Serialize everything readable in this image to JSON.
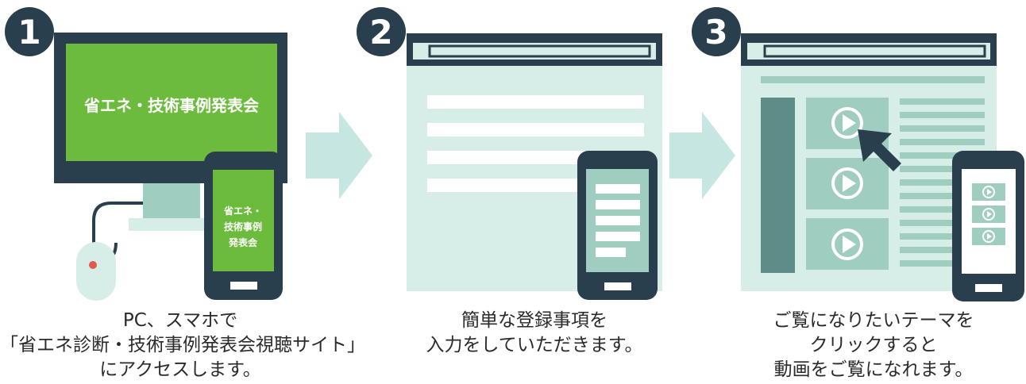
{
  "colors": {
    "dark": "#2a3f4d",
    "green": "#6cbb3c",
    "pale": "#d7ede8",
    "mid": "#9fcdbf",
    "arrow": "#c5e6e1",
    "text": "#2a2a2a"
  },
  "steps": [
    {
      "number": "1",
      "monitor_title": "省エネ・技術事例発表会",
      "phone_lines": [
        "省エネ・",
        "技術事例",
        "発表会"
      ],
      "caption": [
        "PC、スマホで",
        "「省エネ診断・技術事例発表会視聴サイト」",
        "にアクセスします。"
      ]
    },
    {
      "number": "2",
      "caption": [
        "簡単な登録事項を",
        "入力をしていただきます。"
      ]
    },
    {
      "number": "3",
      "caption": [
        "ご覧になりたいテーマを",
        "クリックすると",
        "動画をご覧になれます。"
      ]
    }
  ],
  "icons": [
    "step-number-icon",
    "monitor-icon",
    "mouse-icon",
    "smartphone-icon",
    "browser-window-icon",
    "play-icon",
    "cursor-arrow-icon",
    "flow-arrow-icon"
  ]
}
